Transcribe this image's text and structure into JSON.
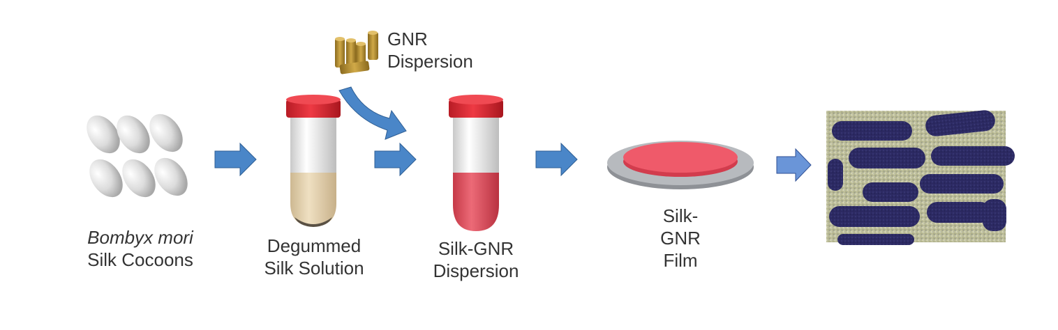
{
  "steps": {
    "cocoons": {
      "line1": "Bombyx mori",
      "line2": "Silk Cocoons"
    },
    "silk_solution": {
      "line1": "Degummed",
      "line2": "Silk Solution"
    },
    "gnr_dispersion": {
      "line1": "GNR",
      "line2": "Dispersion"
    },
    "silk_gnr_dispersion": {
      "line1": "Silk-GNR",
      "line2": "Dispersion"
    },
    "film": {
      "line1": "Silk-",
      "line2": "GNR",
      "line3": "Film"
    }
  },
  "colors": {
    "arrow": "#4a86c8",
    "cap": "#d9252f",
    "silk_liquid": "#e6d3b0",
    "pink_liquid": "#e04b5a",
    "gold": "#b08a2e",
    "disc": "#a9acb0",
    "film": "#ef5a6a",
    "tem_bg": "#c8c9a0",
    "tem_rod": "#2c2a63"
  },
  "icons": [
    "cocoon-icon",
    "tube-icon",
    "gold-nanorod-icon",
    "petri-dish-icon",
    "tem-micrograph"
  ]
}
